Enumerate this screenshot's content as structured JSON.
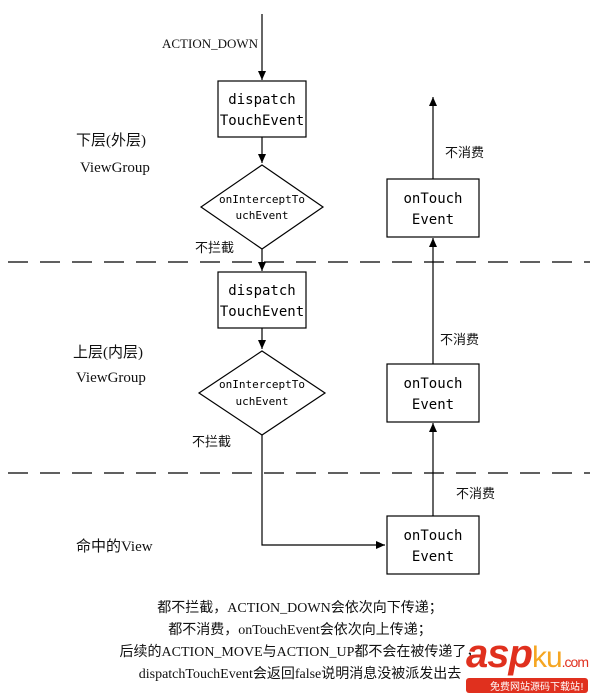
{
  "top_label": "ACTION_DOWN",
  "layers": {
    "lower": {
      "title": "下层(外层)",
      "subtitle": "ViewGroup"
    },
    "upper": {
      "title": "上层(内层)",
      "subtitle": "ViewGroup"
    },
    "hit_view": {
      "title": "命中的View"
    }
  },
  "boxes": {
    "dispatch_1": [
      "dispatch",
      "TouchEvent"
    ],
    "dispatch_2": [
      "dispatch",
      "TouchEvent"
    ],
    "intercept_1": [
      "onInterceptTo",
      "uchEvent"
    ],
    "intercept_2": [
      "onInterceptTo",
      "uchEvent"
    ],
    "ontouch_1": [
      "onTouch",
      "Event"
    ],
    "ontouch_2": [
      "onTouch",
      "Event"
    ],
    "ontouch_3": [
      "onTouch",
      "Event"
    ]
  },
  "edge_labels": {
    "no_intercept_1": "不拦截",
    "no_intercept_2": "不拦截",
    "not_consumed_1": "不消费",
    "not_consumed_2": "不消费",
    "not_consumed_3": "不消费"
  },
  "summary": [
    "都不拦截，ACTION_DOWN会依次向下传递；",
    "都不消费，onTouchEvent会依次向上传递；",
    "后续的ACTION_MOVE与ACTION_UP都不会在被传递了，",
    "dispatchTouchEvent会返回false说明消息没被派发出去"
  ],
  "watermark": {
    "logo_main": "asp",
    "logo_ku": "ku",
    "logo_com": ".com",
    "tagline": "免费网站源码下载站!"
  }
}
